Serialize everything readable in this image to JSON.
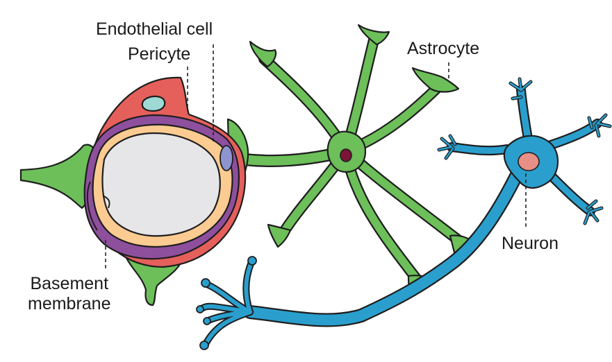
{
  "labels": {
    "endothelial": "Endothelial cell",
    "pericyte": "Pericyte",
    "astrocyte": "Astrocyte",
    "neuron": "Neuron",
    "basement_line1": "Basement",
    "basement_line2": "membrane"
  },
  "colors": {
    "astrocyte": "#6cbf59",
    "neuron": "#2a9fcd",
    "neuron_nucleus": "#e88f86",
    "astrocyte_nucleus": "#7b1437",
    "pericyte": "#e5605b",
    "basement_membrane": "#8e4f9d",
    "endothelial": "#fbcb91",
    "lumen": "#e6e6e8",
    "pericyte_nucleus": "#9fd9d6",
    "endothelial_nucleus": "#8d94cf"
  }
}
